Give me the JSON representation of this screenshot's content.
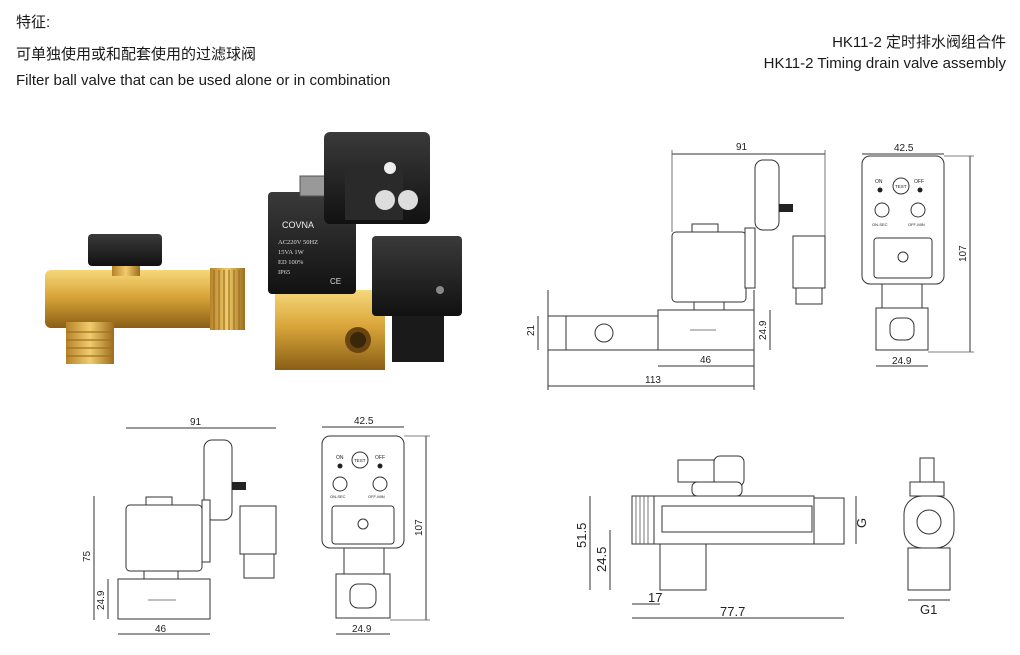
{
  "header": {
    "features_label": "特征:",
    "desc_cn": "可单独使用或和配套使用的过滤球阀",
    "desc_en": "Filter ball valve that can be used alone or in combination",
    "product_cn": "HK11-2 定时排水阀组合件",
    "product_en": "HK11-2 Timing drain valve assembly"
  },
  "photo": {
    "brand": "COVNA",
    "label_lines": [
      "AC220V 50HZ",
      "15VA 1W",
      "ED 100%",
      "IP65"
    ],
    "ce": "CE"
  },
  "drawing_top_side": {
    "width": "91",
    "height_left": "21",
    "body_height": "24.9",
    "body_width": "46",
    "total_width": "113"
  },
  "drawing_top_front": {
    "width": "42.5",
    "height": "107",
    "bottom": "24.9",
    "on": "ON",
    "off": "OFF",
    "test": "TEST",
    "on_sec": "ON-SEC",
    "off_min": "OFF-MIN"
  },
  "drawing_bottom_side": {
    "width": "91",
    "height": "75",
    "body_height": "24.9",
    "body_width": "46"
  },
  "drawing_bottom_front": {
    "width": "42.5",
    "height": "107",
    "bottom": "24.9",
    "on": "ON",
    "off": "OFF",
    "test": "TEST",
    "on_sec": "ON-SEC",
    "off_min": "OFF-MIN"
  },
  "drawing_valve": {
    "h1": "51.5",
    "h2": "24.5",
    "w1": "17",
    "w2": "77.7",
    "g": "G",
    "g1": "G1"
  }
}
